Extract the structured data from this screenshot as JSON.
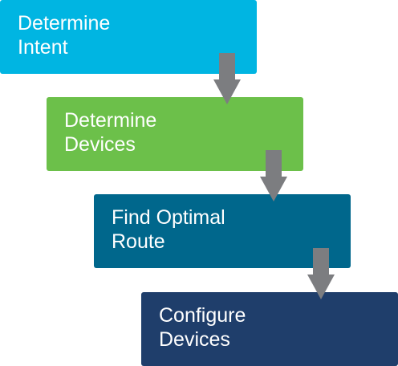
{
  "steps": [
    {
      "line1": "Determine",
      "line2": "Intent",
      "color": "#00b5e2"
    },
    {
      "line1": "Determine",
      "line2": "Devices",
      "color": "#6cc04a"
    },
    {
      "line1": "Find Optimal",
      "line2": "Route",
      "color": "#00678c"
    },
    {
      "line1": "Configure",
      "line2": "Devices",
      "color": "#1f3e6b"
    }
  ],
  "arrow_color": "#7c7d80",
  "arrow_icon": "arrow-down-icon"
}
